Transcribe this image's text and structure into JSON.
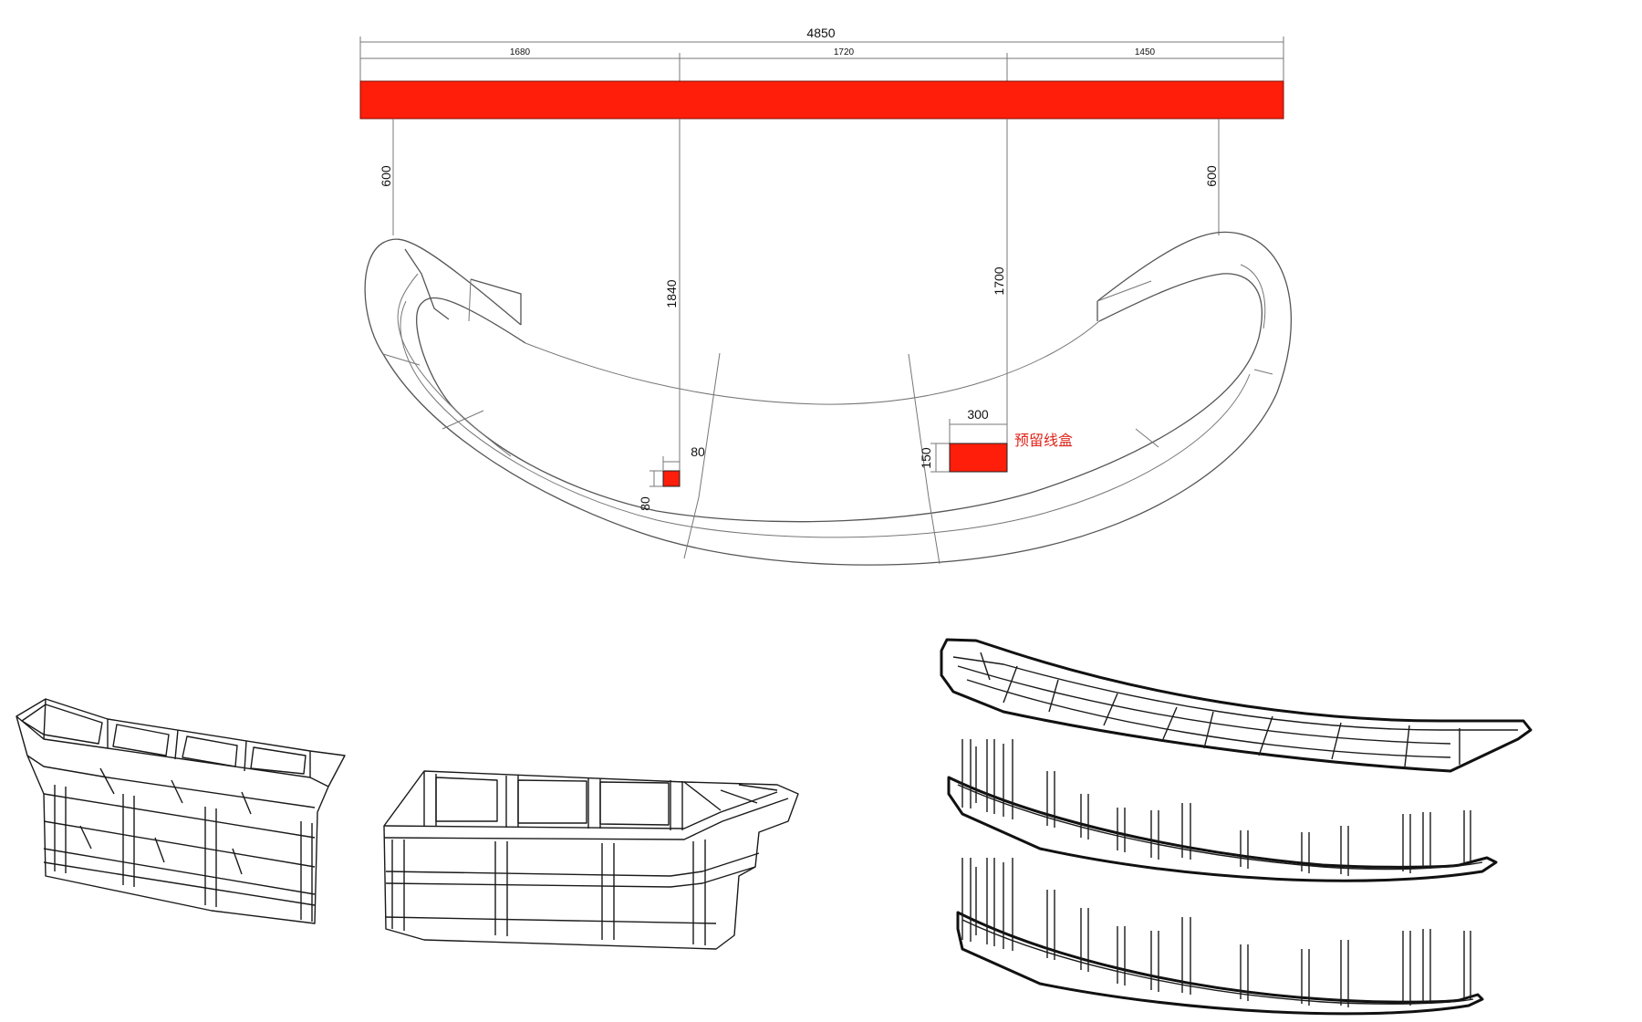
{
  "colors": {
    "accent_red": "#ff1e0a",
    "line": "#555555",
    "ink": "#111111"
  },
  "dimensions": {
    "overall_width": "4850",
    "segment_left": "1680",
    "segment_middle": "1720",
    "segment_right": "1450",
    "drop_left": "600",
    "drop_right": "600",
    "drop_mid_left": "1840",
    "drop_mid_right": "1700",
    "small_box_w": "80",
    "small_box_h": "80",
    "box_w": "300",
    "box_h": "150"
  },
  "annotations": {
    "junction_box_label": "预留线盒"
  }
}
